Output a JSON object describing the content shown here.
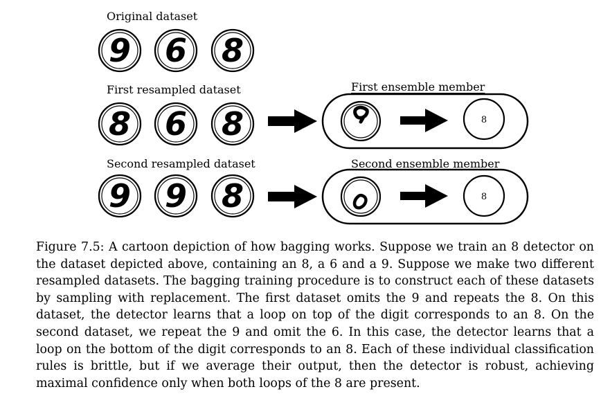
{
  "rows": [
    {
      "label": "Original dataset",
      "digits": [
        "9",
        "6",
        "8"
      ]
    },
    {
      "label": "First resampled dataset",
      "digits": [
        "8",
        "6",
        "8"
      ],
      "member": {
        "label": "First ensemble member",
        "learned_feature": "top-loop",
        "output": "8"
      }
    },
    {
      "label": "Second resampled dataset",
      "digits": [
        "9",
        "9",
        "8"
      ],
      "member": {
        "label": "Second ensemble member",
        "learned_feature": "bottom-loop",
        "output": "8"
      }
    }
  ],
  "caption": "Figure 7.5: A cartoon depiction of how bagging works. Suppose we train an 8 detector on the dataset depicted above, containing an 8, a 6 and a 9. Suppose we make two different resampled datasets. The bagging training procedure is to construct each of these datasets by sampling with replacement. The first dataset omits the 9 and repeats the 8. On this dataset, the detector learns that a loop on top of the digit corresponds to an 8. On the second dataset, we repeat the 9 and omit the 6. In this case, the detector learns that a loop on the bottom of the digit corresponds to an 8. Each of these individual classification rules is brittle, but if we average their output, then the detector is robust, achieving maximal confidence only when both loops of the 8 are present."
}
